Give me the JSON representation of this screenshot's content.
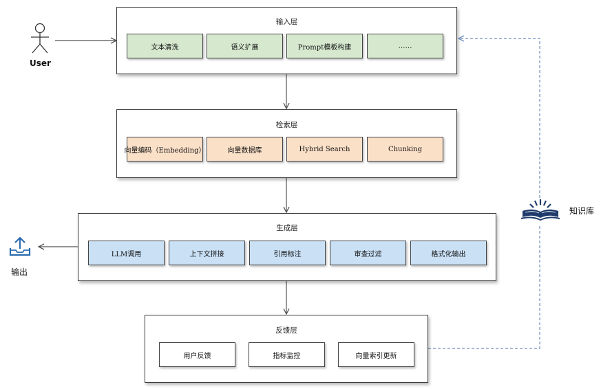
{
  "user_label": "User",
  "output_label": "输出",
  "knowledge_label": "知识库",
  "layers": {
    "input": {
      "title": "输入层",
      "modules": [
        "文本清洗",
        "语义扩展",
        "Prompt模板构建",
        "……"
      ]
    },
    "retrieval": {
      "title": "检索层",
      "modules": [
        "向量编码（Embedding）",
        "向量数据库",
        "Hybrid Search",
        "Chunking"
      ]
    },
    "generation": {
      "title": "生成层",
      "modules": [
        "LLM调用",
        "上下文拼接",
        "引用标注",
        "审查过滤",
        "格式化输出"
      ]
    },
    "feedback": {
      "title": "反馈层",
      "modules": [
        "用户反馈",
        "指标监控",
        "向量索引更新"
      ]
    }
  },
  "colors": {
    "input_fill": "#d6e9cf",
    "retrieval_fill": "#fbe0c8",
    "generation_fill": "#c9e0f5",
    "feedback_fill": "#ffffff",
    "dashed_link": "#6f8fbf",
    "icon_blue": "#2b6cb0",
    "book_navy": "#1f3a6b"
  },
  "icons": [
    "person-icon",
    "upload-tray-icon",
    "open-book-icon"
  ]
}
